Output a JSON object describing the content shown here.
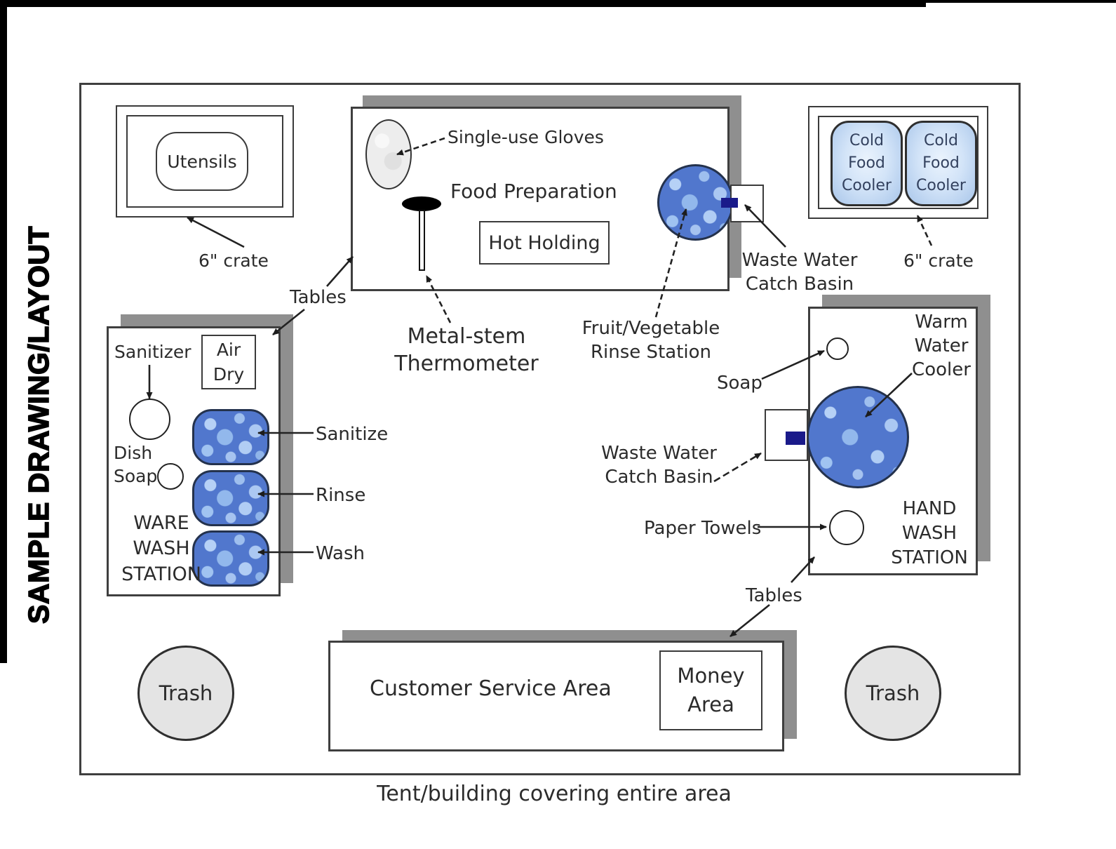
{
  "frame": {
    "vertical_title": "SAMPLE DRAWING/LAYOUT",
    "caption": "Tent/building covering entire area"
  },
  "labels": {
    "tables": "Tables",
    "crate6": "6\" crate",
    "trash": "Trash"
  },
  "utensils_crate": {
    "label": "Utensils"
  },
  "food_prep": {
    "title": "Food Preparation",
    "hot_holding": "Hot Holding",
    "gloves": "Single-use Gloves",
    "thermometer": [
      "Metal-stem",
      "Thermometer"
    ],
    "rinse_station": [
      "Fruit/Vegetable",
      "Rinse Station"
    ],
    "catch_basin": [
      "Waste Water",
      "Catch Basin"
    ]
  },
  "cold_crate": {
    "cooler_lines": [
      "Cold",
      "Food",
      "Cooler"
    ]
  },
  "ware_wash": {
    "sanitizer": "Sanitizer",
    "air_dry": [
      "Air",
      "Dry"
    ],
    "dish_soap": [
      "Dish",
      "Soap"
    ],
    "station": [
      "WARE",
      "WASH",
      "STATION"
    ],
    "basin_labels": [
      "Sanitize",
      "Rinse",
      "Wash"
    ]
  },
  "hand_wash": {
    "soap": "Soap",
    "warm_water_cooler": [
      "Warm",
      "Water",
      "Cooler"
    ],
    "catch_basin": [
      "Waste Water",
      "Catch Basin"
    ],
    "paper_towels": "Paper Towels",
    "station": [
      "HAND",
      "WASH",
      "STATION"
    ]
  },
  "customer_service": {
    "title": "Customer Service Area",
    "money_area": [
      "Money",
      "Area"
    ]
  },
  "colors": {
    "water_blue": "#5177cd",
    "cooler_blue": "#cfe2f7",
    "shadow_gray": "#8f8f8f",
    "trash_gray": "#e4e4e4",
    "drain_navy": "#1a1a8a",
    "line_black": "#222222"
  }
}
